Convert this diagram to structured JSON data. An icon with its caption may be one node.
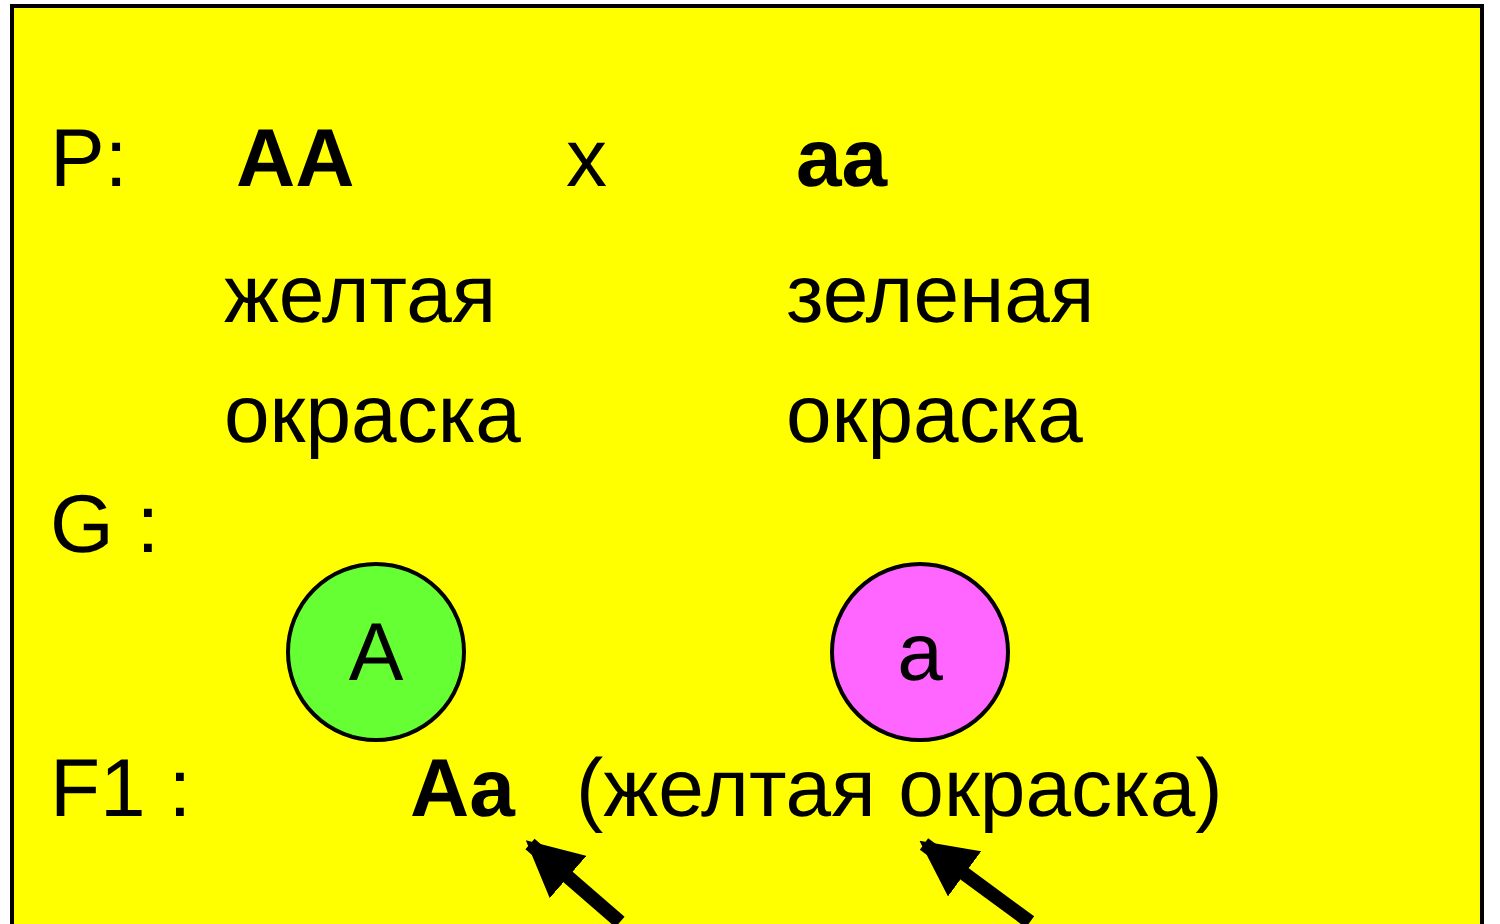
{
  "diagram": {
    "nodes": [
      {
        "text": [
          "A"
        ]
      },
      {
        "text": [
          "a"
        ]
      },
      {
        "text": [
          "Aa"
        ]
      },
      {
        "text": [
          "(желтая окраска)"
        ]
      }
    ],
    "edges": [
      {
        "from": null,
        "to": 2,
        "arrow": "to"
      },
      {
        "from": null,
        "to": 3,
        "arrow": "to"
      }
    ],
    "labels": [
      "P:",
      "AA",
      "x",
      "aa",
      "желтая окраска",
      "зеленая окраска",
      "G :",
      "F1 :"
    ]
  }
}
